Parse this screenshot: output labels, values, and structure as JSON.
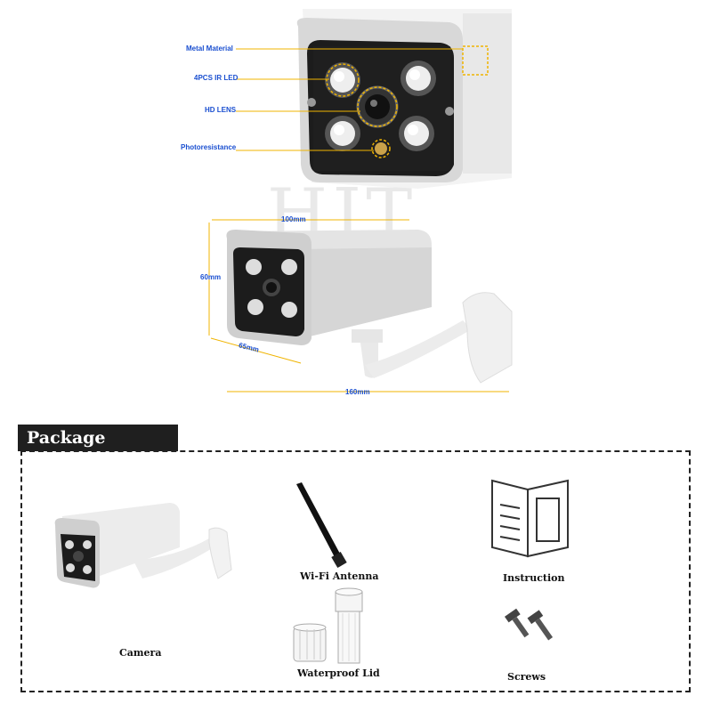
{
  "watermark": "HJT",
  "callouts": {
    "metal": "Metal Material",
    "led": "4PCS IR LED",
    "lens": "HD LENS",
    "photo": "Photoresistance"
  },
  "dimensions": {
    "width": "100mm",
    "height": "60mm",
    "depth": "65mm",
    "length": "160mm"
  },
  "package": {
    "title": "Package Includes",
    "camera": "Camera",
    "antenna": "Wi-Fi Antenna",
    "instruction": "Instruction",
    "lid": "Waterproof Lid",
    "screws": "Screws"
  },
  "colors": {
    "callout": "#1a4fd0",
    "leader": "#f0b400",
    "title_bg": "#1f1f1f"
  }
}
